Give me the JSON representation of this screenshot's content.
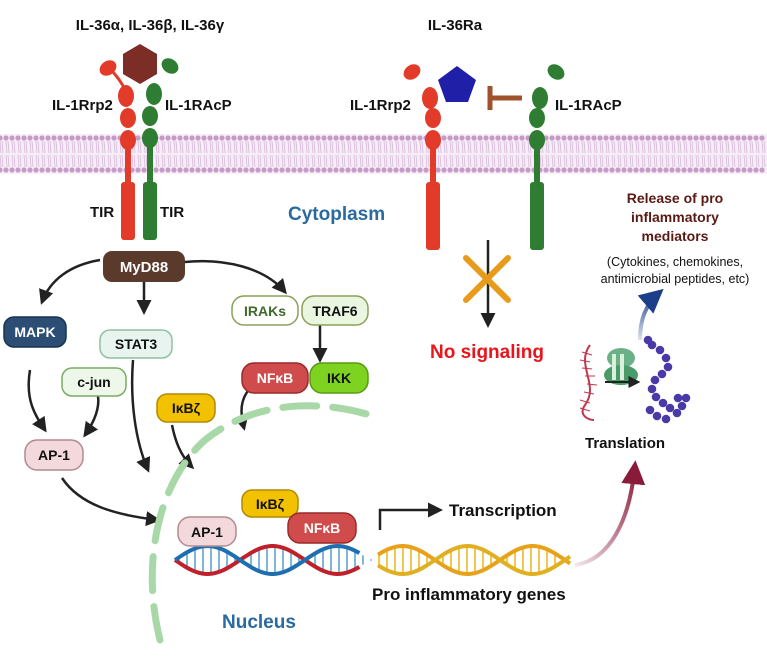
{
  "ligands": {
    "agonists_label": "IL-36α, IL-36β, IL-36γ",
    "antagonist_label": "IL-36Ra"
  },
  "receptors": {
    "left_receptor_1": "IL-1Rrp2",
    "left_receptor_2": "IL-1RAcP",
    "right_receptor_1": "IL-1Rrp2",
    "right_receptor_2": "IL-1RAcP",
    "tir_left": "TIR",
    "tir_right": "TIR"
  },
  "compartments": {
    "cytoplasm": "Cytoplasm",
    "nucleus": "Nucleus"
  },
  "nodes": {
    "myd88": "MyD88",
    "mapk": "MAPK",
    "stat3": "STAT3",
    "cjun": "c-jun",
    "ap1": "AP-1",
    "iraks": "IRAKs",
    "traf6": "TRAF6",
    "nfkb": "NFκB",
    "ikk": "IKK",
    "ikbz": "IκBζ",
    "nuc_ikbz": "IκBζ",
    "nuc_ap1": "AP-1",
    "nuc_nfkb": "NFκB"
  },
  "texts": {
    "no_signaling": "No signaling",
    "transcription": "Transcription",
    "genes": "Pro  inflammatory genes",
    "translation": "Translation",
    "release_line1": "Release of pro",
    "release_line2": "inflammatory",
    "release_line3": "mediators",
    "mediators_line1": "(Cytokines, chemokines,",
    "mediators_line2": "antimicrobial peptides, etc)"
  },
  "colors": {
    "rrp2": "#e23b2a",
    "racp": "#2e7d32",
    "agonist": "#7b2d26",
    "antagonist": "#1f1fa8",
    "myd88": "#5a3a2a",
    "mapk": "#2c4e75",
    "nfkb": "#d04c4c",
    "ikk": "#7ed321",
    "ikbz": "#f2c200",
    "no_signaling": "#e8161b",
    "cross": "#e89a1a",
    "cytoplasm": "#2a6a9e"
  }
}
